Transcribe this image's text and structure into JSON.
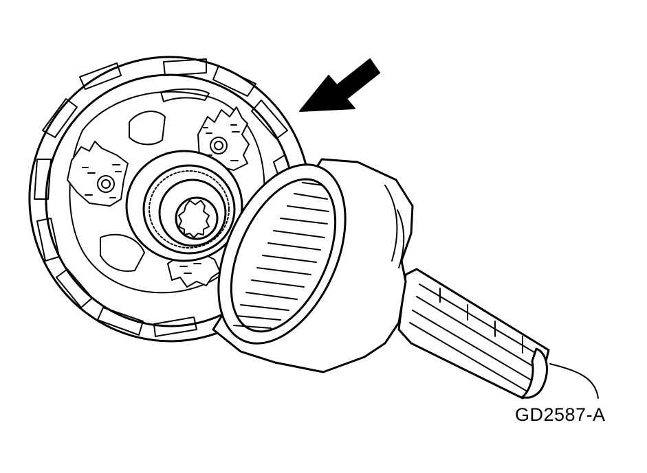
{
  "figure": {
    "label": "GD2587-A",
    "components": [
      "planetary-carrier-assembly",
      "ring-gear-output-shaft",
      "indicator-arrow"
    ]
  }
}
